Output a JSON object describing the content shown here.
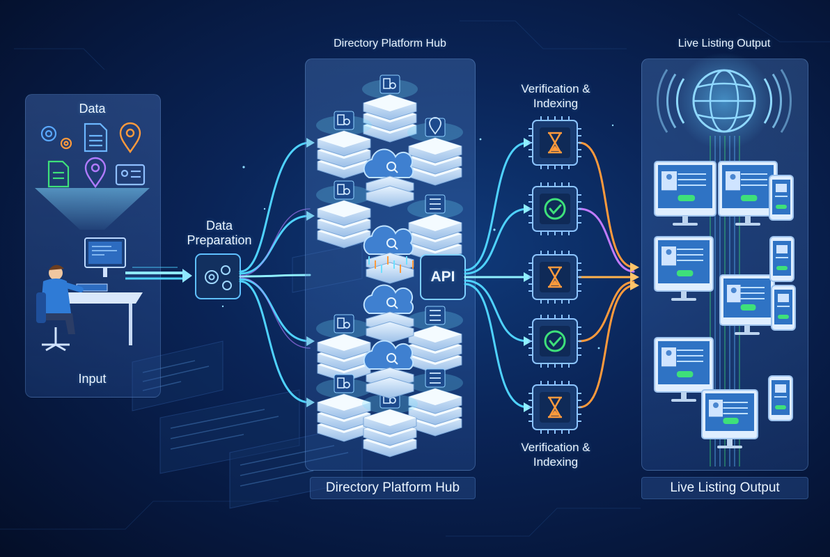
{
  "input_panel": {
    "title": "Data",
    "footer": "Input",
    "icons": [
      "gears-icon",
      "document-icon",
      "map-pin-icon",
      "checklist-document-icon",
      "map-pin-icon",
      "id-card-icon"
    ]
  },
  "prep": {
    "label": "Data Preparation"
  },
  "hub": {
    "title": "Directory Platform Hub",
    "footer": "Directory Platform Hub",
    "api_label": "API"
  },
  "verification": {
    "top_label": "Verification & Indexing",
    "bottom_label": "Verification & Indexing",
    "chips": [
      "hourglass-icon",
      "checkmark-icon",
      "hourglass-icon",
      "checkmark-icon",
      "hourglass-icon"
    ]
  },
  "output": {
    "title": "Live Listing Output",
    "footer": "Live Listing Output"
  },
  "colors": {
    "background": "#0a2457",
    "flow_cyan": "#4fd2ff",
    "flow_orange": "#ff9a3c",
    "flow_purple": "#c07bff",
    "check_green": "#3ee07a",
    "hourglass_orange": "#ff9a3c"
  }
}
